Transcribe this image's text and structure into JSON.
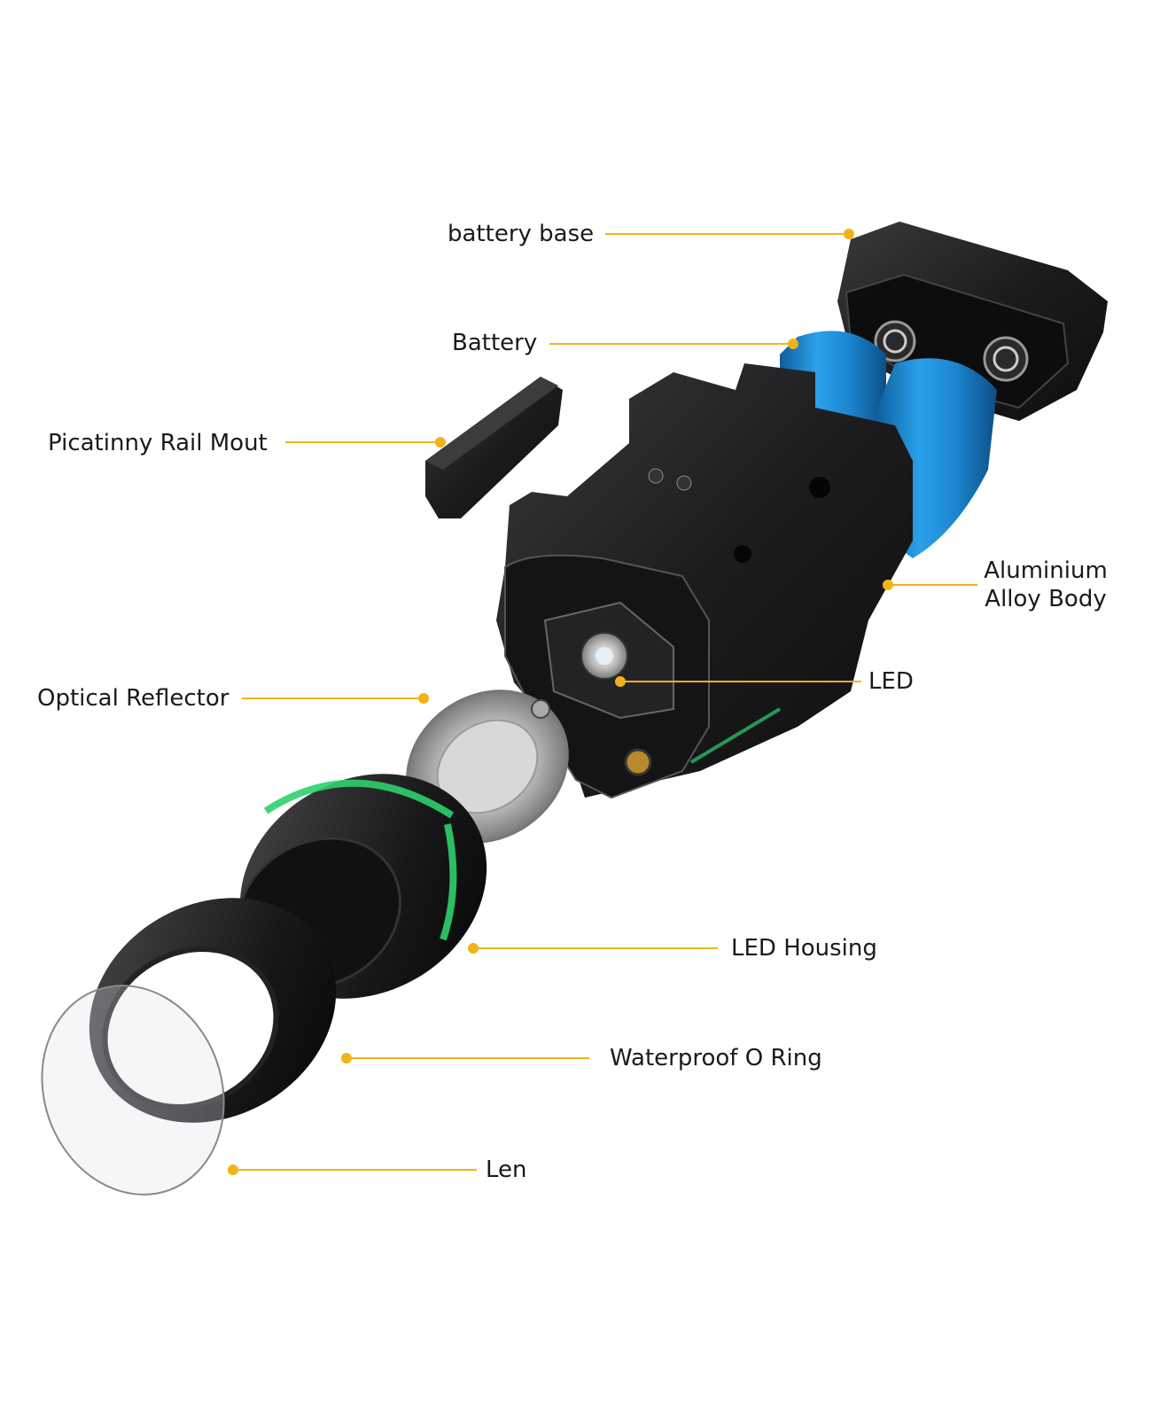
{
  "colors": {
    "leader": "#f2b319",
    "battery": "#1e8fd8",
    "body": "#1b1b1d",
    "accent_ring": "#2ed06a",
    "chrome": "#d9d9d9"
  },
  "labels": {
    "battery_base": "battery base",
    "battery": "Battery",
    "rail_mount": "Picatinny Rail Mout",
    "body_line1": "Aluminium",
    "body_line2": "Alloy Body",
    "led": "LED",
    "reflector": "Optical Reflector",
    "led_housing": "LED Housing",
    "oring": "Waterproof O Ring",
    "len": "Len"
  }
}
